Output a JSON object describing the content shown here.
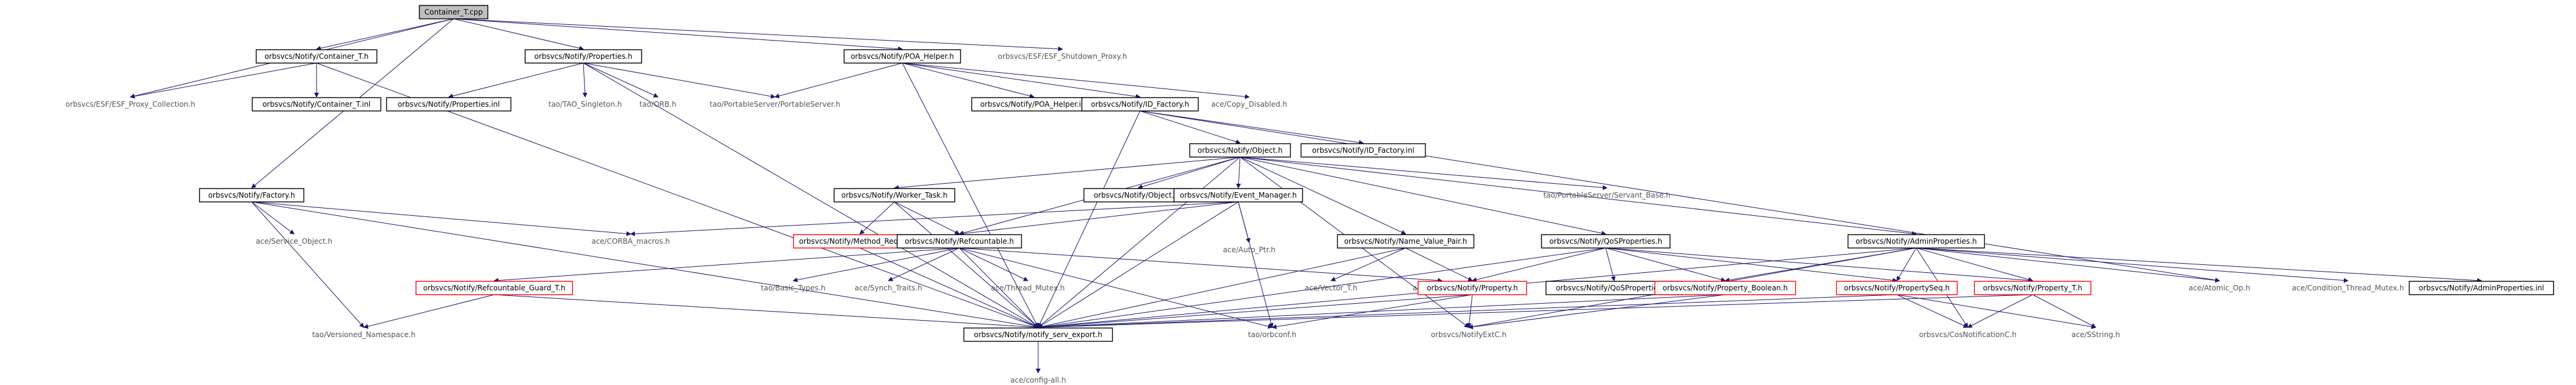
{
  "colors": {
    "edge": "#191970",
    "root_fill": "#bfbfbf",
    "root_border": "#000000",
    "documented_border": "#000000",
    "truncated_border": "#ff0000",
    "external_text": "#555555"
  },
  "nodes": [
    {
      "id": "n0",
      "label": "Container_T.cpp",
      "kind": "root"
    },
    {
      "id": "n1",
      "label": "orbsvcs/Notify/Container_T.h",
      "kind": "documented"
    },
    {
      "id": "n2",
      "label": "orbsvcs/Notify/Properties.h",
      "kind": "documented"
    },
    {
      "id": "n3",
      "label": "orbsvcs/Notify/POA_Helper.h",
      "kind": "documented"
    },
    {
      "id": "n4",
      "label": "orbsvcs/ESF/ESF_Shutdown_Proxy.h",
      "kind": "external"
    },
    {
      "id": "n5",
      "label": "orbsvcs/ESF/ESF_Proxy_Collection.h",
      "kind": "external"
    },
    {
      "id": "n6",
      "label": "orbsvcs/Notify/Container_T.inl",
      "kind": "documented"
    },
    {
      "id": "n7",
      "label": "orbsvcs/Notify/Properties.inl",
      "kind": "documented"
    },
    {
      "id": "n8",
      "label": "tao/TAO_Singleton.h",
      "kind": "external"
    },
    {
      "id": "n9",
      "label": "tao/ORB.h",
      "kind": "external"
    },
    {
      "id": "n10",
      "label": "tao/PortableServer/PortableServer.h",
      "kind": "external"
    },
    {
      "id": "n11",
      "label": "orbsvcs/Notify/POA_Helper.inl",
      "kind": "documented"
    },
    {
      "id": "n12",
      "label": "orbsvcs/Notify/ID_Factory.h",
      "kind": "documented"
    },
    {
      "id": "n13",
      "label": "ace/Copy_Disabled.h",
      "kind": "external"
    },
    {
      "id": "n14",
      "label": "orbsvcs/Notify/ID_Factory.inl",
      "kind": "documented"
    },
    {
      "id": "n15",
      "label": "orbsvcs/Notify/Object.h",
      "kind": "documented"
    },
    {
      "id": "n16",
      "label": "orbsvcs/Notify/Factory.h",
      "kind": "documented"
    },
    {
      "id": "n17",
      "label": "ace/Service_Object.h",
      "kind": "external"
    },
    {
      "id": "n18",
      "label": "ace/CORBA_macros.h",
      "kind": "external"
    },
    {
      "id": "n19",
      "label": "orbsvcs/Notify/Worker_Task.h",
      "kind": "documented"
    },
    {
      "id": "n20",
      "label": "orbsvcs/Notify/Object.inl",
      "kind": "documented"
    },
    {
      "id": "n21",
      "label": "orbsvcs/Notify/Event_Manager.h",
      "kind": "documented"
    },
    {
      "id": "n22",
      "label": "tao/PortableServer/Servant_Base.h",
      "kind": "external"
    },
    {
      "id": "n23",
      "label": "orbsvcs/Notify/Method_Request.h",
      "kind": "truncated"
    },
    {
      "id": "n24",
      "label": "orbsvcs/Notify/Refcountable.h",
      "kind": "documented"
    },
    {
      "id": "n25",
      "label": "ace/Auto_Ptr.h",
      "kind": "external"
    },
    {
      "id": "n26",
      "label": "orbsvcs/Notify/Name_Value_Pair.h",
      "kind": "documented"
    },
    {
      "id": "n27",
      "label": "orbsvcs/Notify/QoSProperties.h",
      "kind": "documented"
    },
    {
      "id": "n28",
      "label": "orbsvcs/Notify/AdminProperties.h",
      "kind": "documented"
    },
    {
      "id": "n29",
      "label": "orbsvcs/Notify/Refcountable_Guard_T.h",
      "kind": "truncated"
    },
    {
      "id": "n30",
      "label": "tao/Basic_Types.h",
      "kind": "external"
    },
    {
      "id": "n31",
      "label": "ace/Synch_Traits.h",
      "kind": "external"
    },
    {
      "id": "n32",
      "label": "ace/Thread_Mutex.h",
      "kind": "external"
    },
    {
      "id": "n33",
      "label": "ace/Vector_T.h",
      "kind": "external"
    },
    {
      "id": "n34",
      "label": "ace/Bound_Ptr.h",
      "kind": "external"
    },
    {
      "id": "n35",
      "label": "orbsvcs/Notify/Property.h",
      "kind": "truncated"
    },
    {
      "id": "n36",
      "label": "orbsvcs/Notify/QoSProperties.inl",
      "kind": "documented"
    },
    {
      "id": "n37",
      "label": "orbsvcs/Notify/Property_Boolean.h",
      "kind": "truncated"
    },
    {
      "id": "n38",
      "label": "orbsvcs/Notify/PropertySeq.h",
      "kind": "truncated"
    },
    {
      "id": "n39",
      "label": "orbsvcs/Notify/Property_T.h",
      "kind": "truncated"
    },
    {
      "id": "n40",
      "label": "ace/Atomic_Op.h",
      "kind": "external"
    },
    {
      "id": "n41",
      "label": "ace/Condition_Thread_Mutex.h",
      "kind": "external"
    },
    {
      "id": "n42",
      "label": "orbsvcs/Notify/AdminProperties.inl",
      "kind": "documented"
    },
    {
      "id": "n43",
      "label": "tao/Versioned_Namespace.h",
      "kind": "external"
    },
    {
      "id": "n44",
      "label": "orbsvcs/Notify/notify_serv_export.h",
      "kind": "documented"
    },
    {
      "id": "n45",
      "label": "tao/orbconf.h",
      "kind": "external"
    },
    {
      "id": "n46",
      "label": "orbsvcs/NotifyExtC.h",
      "kind": "external"
    },
    {
      "id": "n47",
      "label": "orbsvcs/CosNotificationC.h",
      "kind": "external"
    },
    {
      "id": "n48",
      "label": "ace/SString.h",
      "kind": "external"
    },
    {
      "id": "n49",
      "label": "ace/config-all.h",
      "kind": "external"
    }
  ],
  "edges": [
    [
      "n0",
      "n1"
    ],
    [
      "n0",
      "n2"
    ],
    [
      "n0",
      "n3"
    ],
    [
      "n0",
      "n4"
    ],
    [
      "n0",
      "n5"
    ],
    [
      "n0",
      "n16"
    ],
    [
      "n1",
      "n5"
    ],
    [
      "n1",
      "n6"
    ],
    [
      "n1",
      "n44"
    ],
    [
      "n2",
      "n7"
    ],
    [
      "n2",
      "n8"
    ],
    [
      "n2",
      "n9"
    ],
    [
      "n2",
      "n10"
    ],
    [
      "n2",
      "n44"
    ],
    [
      "n3",
      "n10"
    ],
    [
      "n3",
      "n11"
    ],
    [
      "n3",
      "n12"
    ],
    [
      "n3",
      "n13"
    ],
    [
      "n3",
      "n44"
    ],
    [
      "n12",
      "n14"
    ],
    [
      "n12",
      "n15"
    ],
    [
      "n12",
      "n44"
    ],
    [
      "n12",
      "n40"
    ],
    [
      "n15",
      "n19"
    ],
    [
      "n15",
      "n20"
    ],
    [
      "n15",
      "n21"
    ],
    [
      "n15",
      "n22"
    ],
    [
      "n15",
      "n24"
    ],
    [
      "n15",
      "n26"
    ],
    [
      "n15",
      "n27"
    ],
    [
      "n15",
      "n28"
    ],
    [
      "n15",
      "n44"
    ],
    [
      "n15",
      "n46"
    ],
    [
      "n16",
      "n17"
    ],
    [
      "n16",
      "n18"
    ],
    [
      "n16",
      "n43"
    ],
    [
      "n16",
      "n44"
    ],
    [
      "n19",
      "n23"
    ],
    [
      "n19",
      "n24"
    ],
    [
      "n19",
      "n44"
    ],
    [
      "n21",
      "n18"
    ],
    [
      "n21",
      "n24"
    ],
    [
      "n21",
      "n25"
    ],
    [
      "n21",
      "n44"
    ],
    [
      "n21",
      "n45"
    ],
    [
      "n23",
      "n24"
    ],
    [
      "n23",
      "n44"
    ],
    [
      "n24",
      "n29"
    ],
    [
      "n24",
      "n30"
    ],
    [
      "n24",
      "n31"
    ],
    [
      "n24",
      "n32"
    ],
    [
      "n24",
      "n34"
    ],
    [
      "n24",
      "n44"
    ],
    [
      "n24",
      "n45"
    ],
    [
      "n26",
      "n33"
    ],
    [
      "n26",
      "n35"
    ],
    [
      "n26",
      "n44"
    ],
    [
      "n27",
      "n35"
    ],
    [
      "n27",
      "n36"
    ],
    [
      "n27",
      "n37"
    ],
    [
      "n27",
      "n38"
    ],
    [
      "n27",
      "n39"
    ],
    [
      "n27",
      "n44"
    ],
    [
      "n28",
      "n37"
    ],
    [
      "n28",
      "n38"
    ],
    [
      "n28",
      "n39"
    ],
    [
      "n28",
      "n40"
    ],
    [
      "n28",
      "n41"
    ],
    [
      "n28",
      "n42"
    ],
    [
      "n28",
      "n44"
    ],
    [
      "n28",
      "n46"
    ],
    [
      "n28",
      "n47"
    ],
    [
      "n29",
      "n43"
    ],
    [
      "n29",
      "n44"
    ],
    [
      "n35",
      "n44"
    ],
    [
      "n35",
      "n45"
    ],
    [
      "n35",
      "n46"
    ],
    [
      "n37",
      "n44"
    ],
    [
      "n37",
      "n46"
    ],
    [
      "n38",
      "n44"
    ],
    [
      "n38",
      "n47"
    ],
    [
      "n38",
      "n48"
    ],
    [
      "n39",
      "n44"
    ],
    [
      "n39",
      "n47"
    ],
    [
      "n39",
      "n48"
    ],
    [
      "n44",
      "n49"
    ]
  ]
}
